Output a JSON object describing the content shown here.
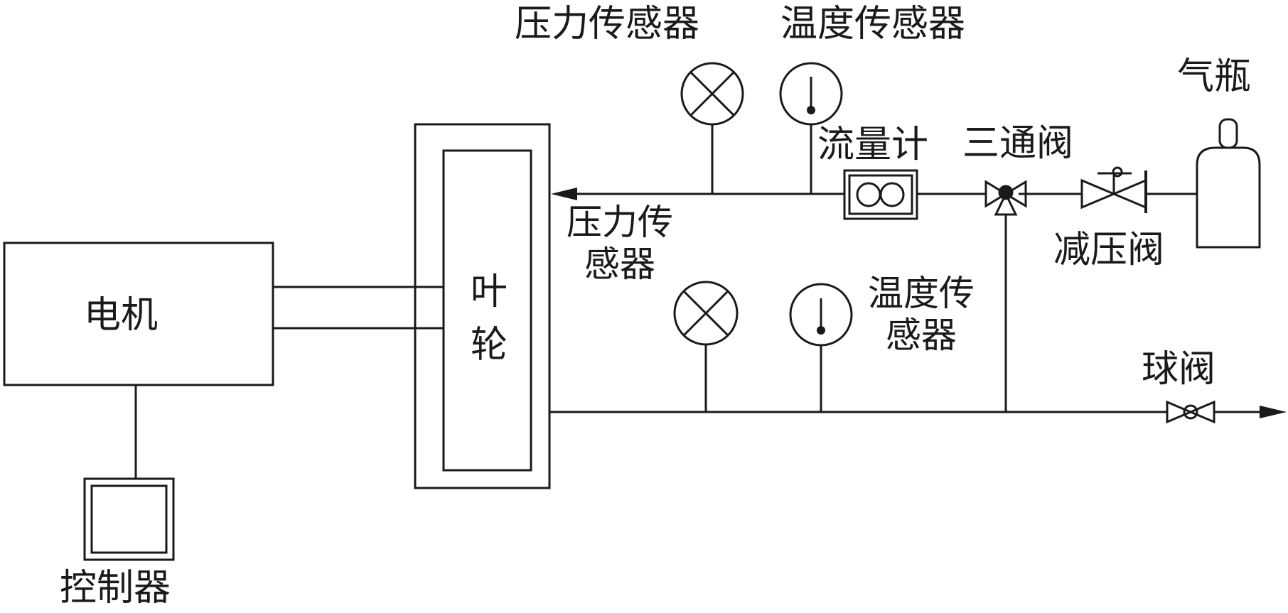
{
  "labels": {
    "motor": "电机",
    "impeller": "叶轮",
    "controller": "控制器",
    "pressure_sensor_top": "压力传感器",
    "temperature_sensor_top": "温度传感器",
    "flowmeter": "流量计",
    "three_way_valve": "三通阀",
    "gas_cylinder": "气瓶",
    "pressure_reducing_valve": "减压阀",
    "pressure_sensor_bottom": "压力传感器",
    "temperature_sensor_bottom": "温度传感器",
    "ball_valve": "球阀"
  },
  "colors": {
    "line": "#1a1a1a",
    "background": "#ffffff"
  }
}
